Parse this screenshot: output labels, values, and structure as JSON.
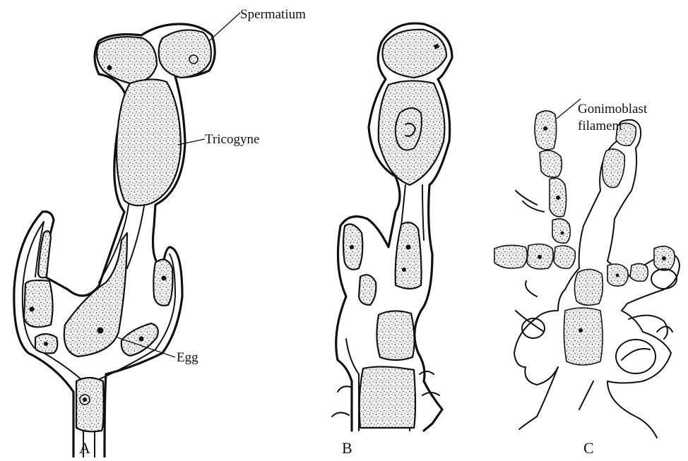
{
  "labels": {
    "spermatium": "Spermatium",
    "tricogyne": "Tricogyne",
    "egg": "Egg",
    "gonimoblast_line1": "Gonimoblast",
    "gonimoblast_line2": "filament"
  },
  "panels": {
    "a": "A",
    "b": "B",
    "c": "C"
  },
  "colors": {
    "ink": "#111111",
    "background": "#ffffff"
  }
}
